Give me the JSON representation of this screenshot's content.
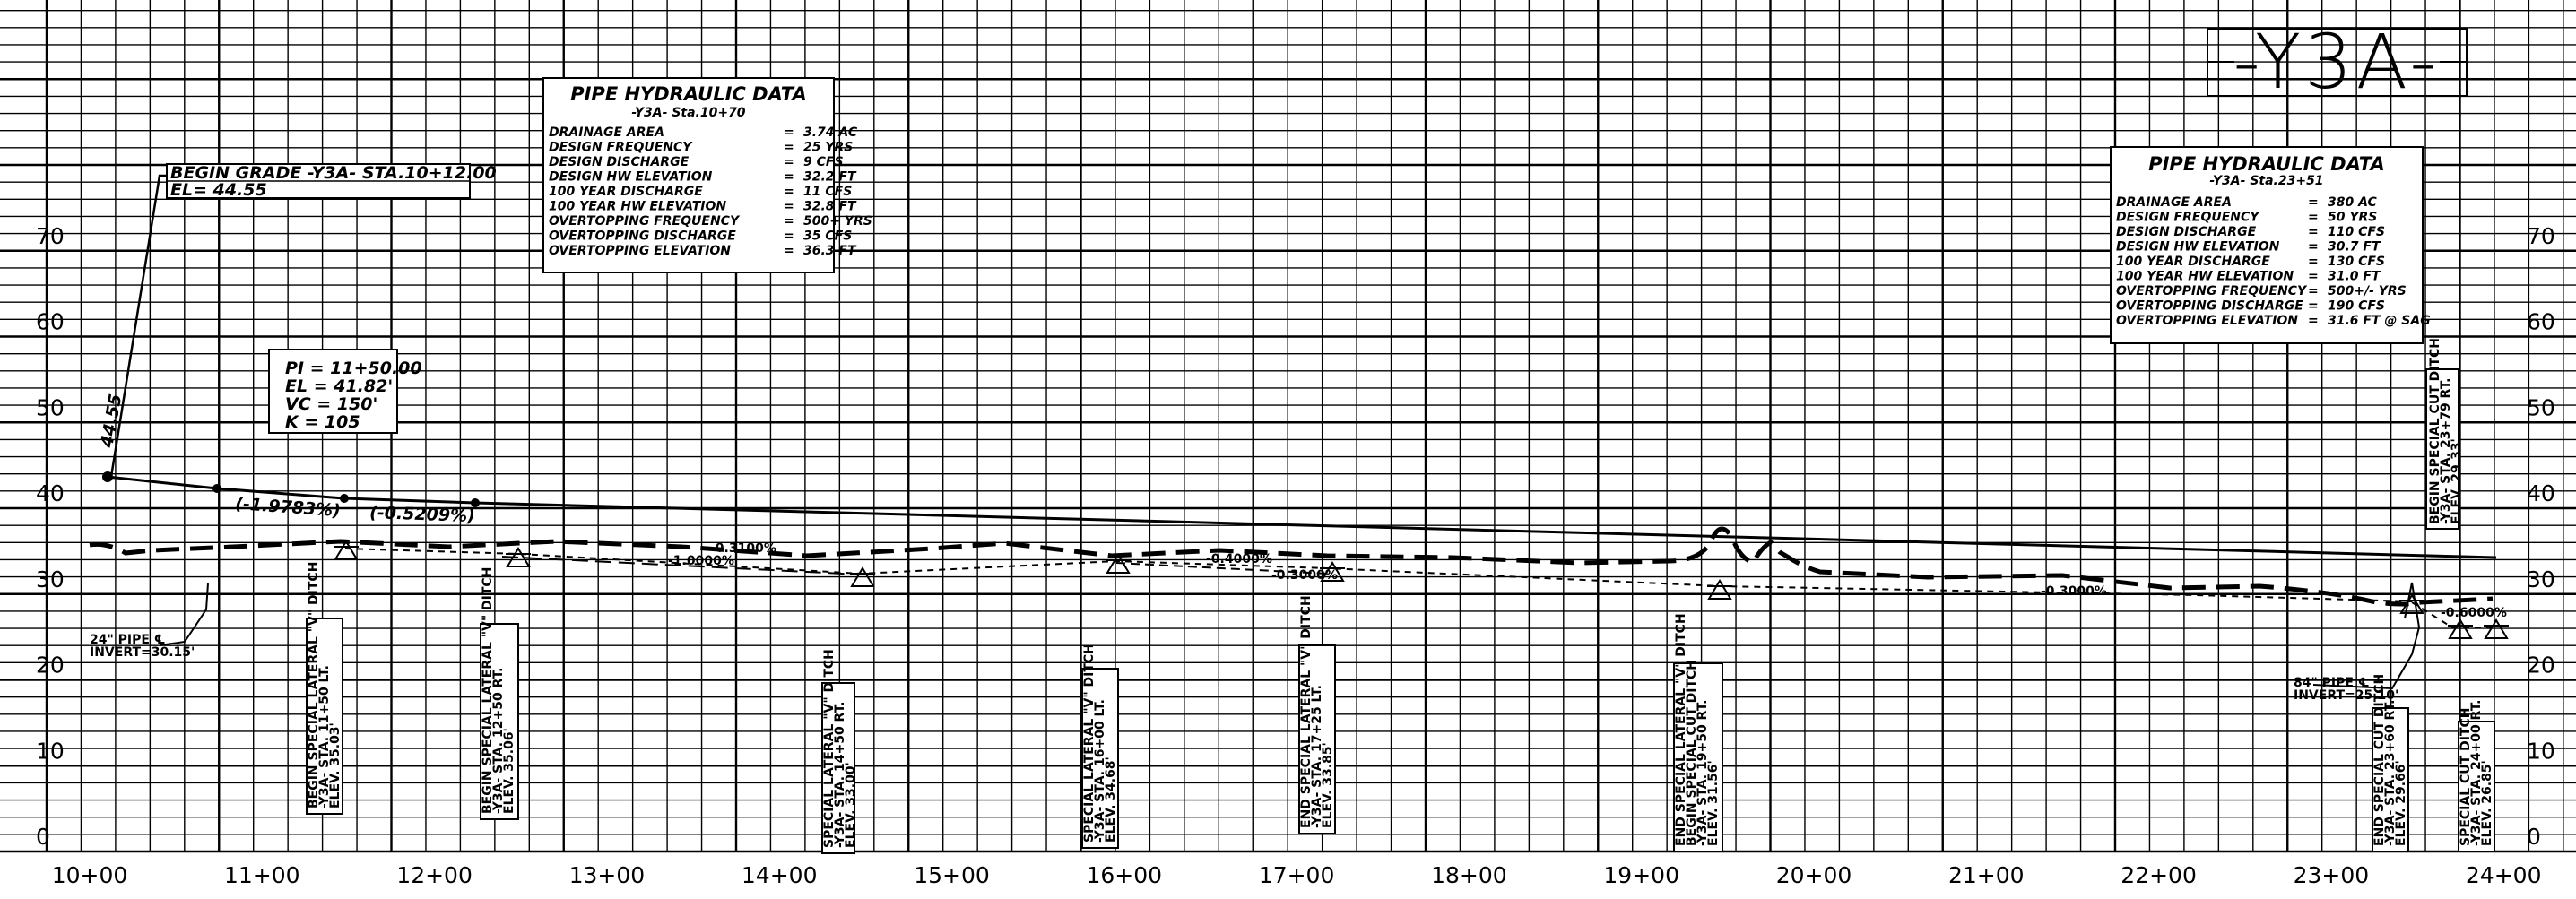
{
  "sheet_id": "-Y3A-",
  "elevation_labels": [
    "0",
    "10",
    "20",
    "30",
    "40",
    "50",
    "60",
    "70"
  ],
  "station_labels": [
    "10+00",
    "11+00",
    "12+00",
    "13+00",
    "14+00",
    "15+00",
    "16+00",
    "17+00",
    "18+00",
    "19+00",
    "20+00",
    "21+00",
    "22+00",
    "23+00",
    "24+00"
  ],
  "pipe_data_left": {
    "title": "PIPE HYDRAULIC DATA",
    "subtitle": "-Y3A- Sta.10+70",
    "rows": [
      {
        "label": "DRAINAGE AREA",
        "value": "3.74 AC"
      },
      {
        "label": "DESIGN FREQUENCY",
        "value": "25 YRS"
      },
      {
        "label": "DESIGN DISCHARGE",
        "value": "9 CFS"
      },
      {
        "label": "DESIGN HW ELEVATION",
        "value": "32.2 FT"
      },
      {
        "label": "100 YEAR DISCHARGE",
        "value": "11 CFS"
      },
      {
        "label": "100 YEAR HW ELEVATION",
        "value": "32.8 FT"
      },
      {
        "label": "OVERTOPPING FREQUENCY",
        "value": "500+ YRS"
      },
      {
        "label": "OVERTOPPING DISCHARGE",
        "value": "35 CFS"
      },
      {
        "label": "OVERTOPPING ELEVATION",
        "value": "36.3 FT"
      }
    ]
  },
  "pipe_data_right": {
    "title": "PIPE HYDRAULIC DATA",
    "subtitle": "-Y3A- Sta.23+51",
    "rows": [
      {
        "label": "DRAINAGE AREA",
        "value": "380 AC"
      },
      {
        "label": "DESIGN FREQUENCY",
        "value": "50 YRS"
      },
      {
        "label": "DESIGN DISCHARGE",
        "value": "110 CFS"
      },
      {
        "label": "DESIGN HW ELEVATION",
        "value": "30.7 FT"
      },
      {
        "label": "100 YEAR DISCHARGE",
        "value": "130 CFS"
      },
      {
        "label": "100 YEAR HW ELEVATION",
        "value": "31.0 FT"
      },
      {
        "label": "OVERTOPPING FREQUENCY",
        "value": "500+/- YRS"
      },
      {
        "label": "OVERTOPPING DISCHARGE",
        "value": "190 CFS"
      },
      {
        "label": "OVERTOPPING ELEVATION",
        "value": "31.6 FT @ SAG"
      }
    ]
  },
  "begin_grade": {
    "line1": "BEGIN GRADE -Y3A- STA.10+12.00",
    "line2": "EL= 44.55"
  },
  "pvi": {
    "pi": "PI = 11+50.00",
    "el": "EL = 41.82'",
    "vc": "VC = 150'",
    "k": "K = 105"
  },
  "grade_labels": {
    "g1": "(-1.9783%)",
    "g2": "(-0.5209%)",
    "start_el": "44.55"
  },
  "ditch_grades": [
    "-0.3100%",
    "-1.0000%",
    "-0.4000%",
    "-0.3000%",
    "-0.3000%",
    "-0.6000%"
  ],
  "pipe_left": {
    "line1": "24\" PIPE ℄",
    "line2": "INVERT=30.15'"
  },
  "pipe_right": {
    "line1": "84\" PIPE ℄",
    "line2": "INVERT=25.10'"
  },
  "ditch_notes": [
    {
      "l1": "BEGIN SPECIAL LATERAL \"V\" DITCH",
      "l2": "-Y3A- STA. 11+50 LT.",
      "l3": "ELEV. 35.03'"
    },
    {
      "l1": "BEGIN SPECIAL LATERAL \"V\" DITCH",
      "l2": "-Y3A- STA. 12+50 RT.",
      "l3": "ELEV. 35.06'"
    },
    {
      "l1": "SPECIAL LATERAL \"V\" DITCH",
      "l2": "-Y3A- STA. 14+50 RT.",
      "l3": "ELEV. 33.00'"
    },
    {
      "l1": "SPECIAL LATERAL \"V\" DITCH",
      "l2": "-Y3A- STA. 16+00 LT.",
      "l3": "ELEV. 34.68'"
    },
    {
      "l1": "END SPECIAL LATERAL \"V\" DITCH",
      "l2": "-Y3A- STA. 17+25 LT.",
      "l3": "ELEV. 33.85'"
    },
    {
      "l1": "END SPECIAL LATERAL \"V\" DITCH",
      "l2": "BEGIN SPECIAL CUT DITCH",
      "l3": "-Y3A- STA. 19+50 RT.",
      "l4": "ELEV. 31.56'"
    },
    {
      "l1": "END SPECIAL CUT DITCH",
      "l2": "-Y3A- STA. 23+60 RT.",
      "l3": "ELEV. 29.66'"
    },
    {
      "l1": "SPECIAL CUT DITCH",
      "l2": "-Y3A- STA. 24+00 RT.",
      "l3": "ELEV. 26.85'"
    }
  ],
  "cut_ditch_top": {
    "l1": "BEGIN SPECIAL CUT DITCH",
    "l2": "-Y3A- STA. 23+79 RT.",
    "l3": "ELEV. 29.33'"
  }
}
